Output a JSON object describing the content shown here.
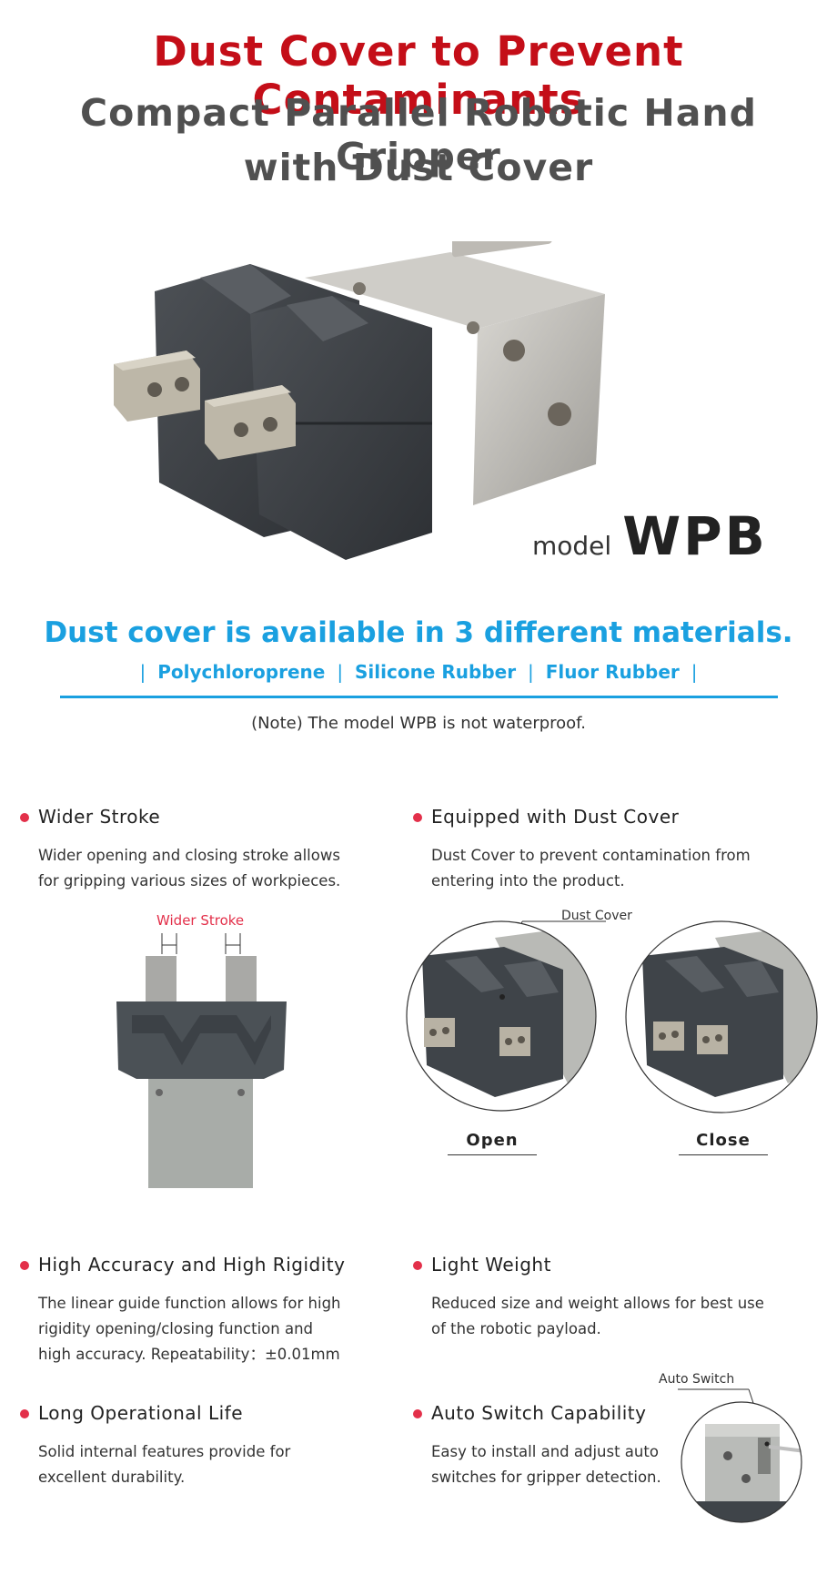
{
  "header": {
    "title": "Dust Cover to Prevent Contaminants",
    "subtitle_line1": "Compact Parallel Robotic Hand Gripper",
    "subtitle_line2": "with Dust Cover"
  },
  "hero": {
    "model_word": "model",
    "model_name": "WPB"
  },
  "materials": {
    "title": "Dust cover is available in 3 different materials.",
    "separator": "|",
    "items": [
      "Polychloroprene",
      "Silicone Rubber",
      "Fluor Rubber"
    ],
    "note": "(Note)  The model WPB is not waterproof."
  },
  "features": {
    "wider_stroke": {
      "title": "Wider Stroke",
      "desc1": "Wider opening and closing stroke allows",
      "desc2": "for gripping various sizes of workpieces.",
      "figure_label": "Wider Stroke"
    },
    "dust_cover": {
      "title": "Equipped with Dust Cover",
      "desc1": "Dust Cover to prevent contamination from",
      "desc2": "entering into the product.",
      "callout": "Dust Cover",
      "open_label": "Open",
      "close_label": "Close"
    },
    "accuracy": {
      "title": "High Accuracy and High Rigidity",
      "desc1": "The linear guide function allows for high",
      "desc2": "rigidity opening/closing function and",
      "desc3": "high accuracy. Repeatability：±0.01mm"
    },
    "light_weight": {
      "title": "Light Weight",
      "desc1": "Reduced size and weight allows for best use",
      "desc2": "of the robotic payload."
    },
    "long_life": {
      "title": "Long Operational Life",
      "desc1": "Solid internal features provide for",
      "desc2": "excellent durability."
    },
    "auto_switch": {
      "title": "Auto Switch Capability",
      "desc1": "Easy to install and adjust auto",
      "desc2": "switches for gripper detection.",
      "callout": "Auto Switch"
    }
  },
  "colors": {
    "title_red": "#c40e18",
    "accent_blue": "#1aa0e0",
    "bullet_pink": "#e3304a"
  }
}
